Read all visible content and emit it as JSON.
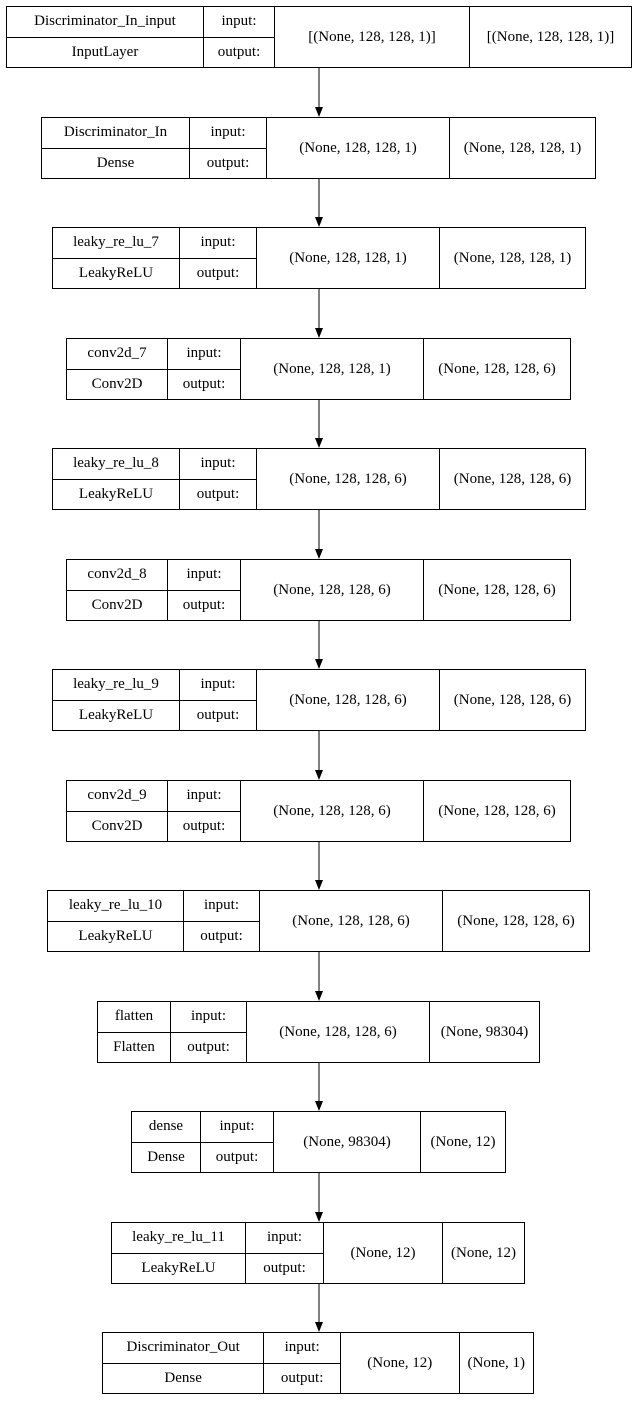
{
  "io_labels": {
    "input": "input:",
    "output": "output:"
  },
  "layers": [
    {
      "name": "Discriminator_In_input",
      "type": "InputLayer",
      "input_shape": "[(None, 128, 128, 1)]",
      "output_shape": "[(None, 128, 128, 1)]"
    },
    {
      "name": "Discriminator_In",
      "type": "Dense",
      "input_shape": "(None, 128, 128, 1)",
      "output_shape": "(None, 128, 128, 1)"
    },
    {
      "name": "leaky_re_lu_7",
      "type": "LeakyReLU",
      "input_shape": "(None, 128, 128, 1)",
      "output_shape": "(None, 128, 128, 1)"
    },
    {
      "name": "conv2d_7",
      "type": "Conv2D",
      "input_shape": "(None, 128, 128, 1)",
      "output_shape": "(None, 128, 128, 6)"
    },
    {
      "name": "leaky_re_lu_8",
      "type": "LeakyReLU",
      "input_shape": "(None, 128, 128, 6)",
      "output_shape": "(None, 128, 128, 6)"
    },
    {
      "name": "conv2d_8",
      "type": "Conv2D",
      "input_shape": "(None, 128, 128, 6)",
      "output_shape": "(None, 128, 128, 6)"
    },
    {
      "name": "leaky_re_lu_9",
      "type": "LeakyReLU",
      "input_shape": "(None, 128, 128, 6)",
      "output_shape": "(None, 128, 128, 6)"
    },
    {
      "name": "conv2d_9",
      "type": "Conv2D",
      "input_shape": "(None, 128, 128, 6)",
      "output_shape": "(None, 128, 128, 6)"
    },
    {
      "name": "leaky_re_lu_10",
      "type": "LeakyReLU",
      "input_shape": "(None, 128, 128, 6)",
      "output_shape": "(None, 128, 128, 6)"
    },
    {
      "name": "flatten",
      "type": "Flatten",
      "input_shape": "(None, 128, 128, 6)",
      "output_shape": "(None, 98304)"
    },
    {
      "name": "dense",
      "type": "Dense",
      "input_shape": "(None, 98304)",
      "output_shape": "(None, 12)"
    },
    {
      "name": "leaky_re_lu_11",
      "type": "LeakyReLU",
      "input_shape": "(None, 12)",
      "output_shape": "(None, 12)"
    },
    {
      "name": "Discriminator_Out",
      "type": "Dense",
      "input_shape": "(None, 12)",
      "output_shape": "(None, 1)"
    }
  ]
}
